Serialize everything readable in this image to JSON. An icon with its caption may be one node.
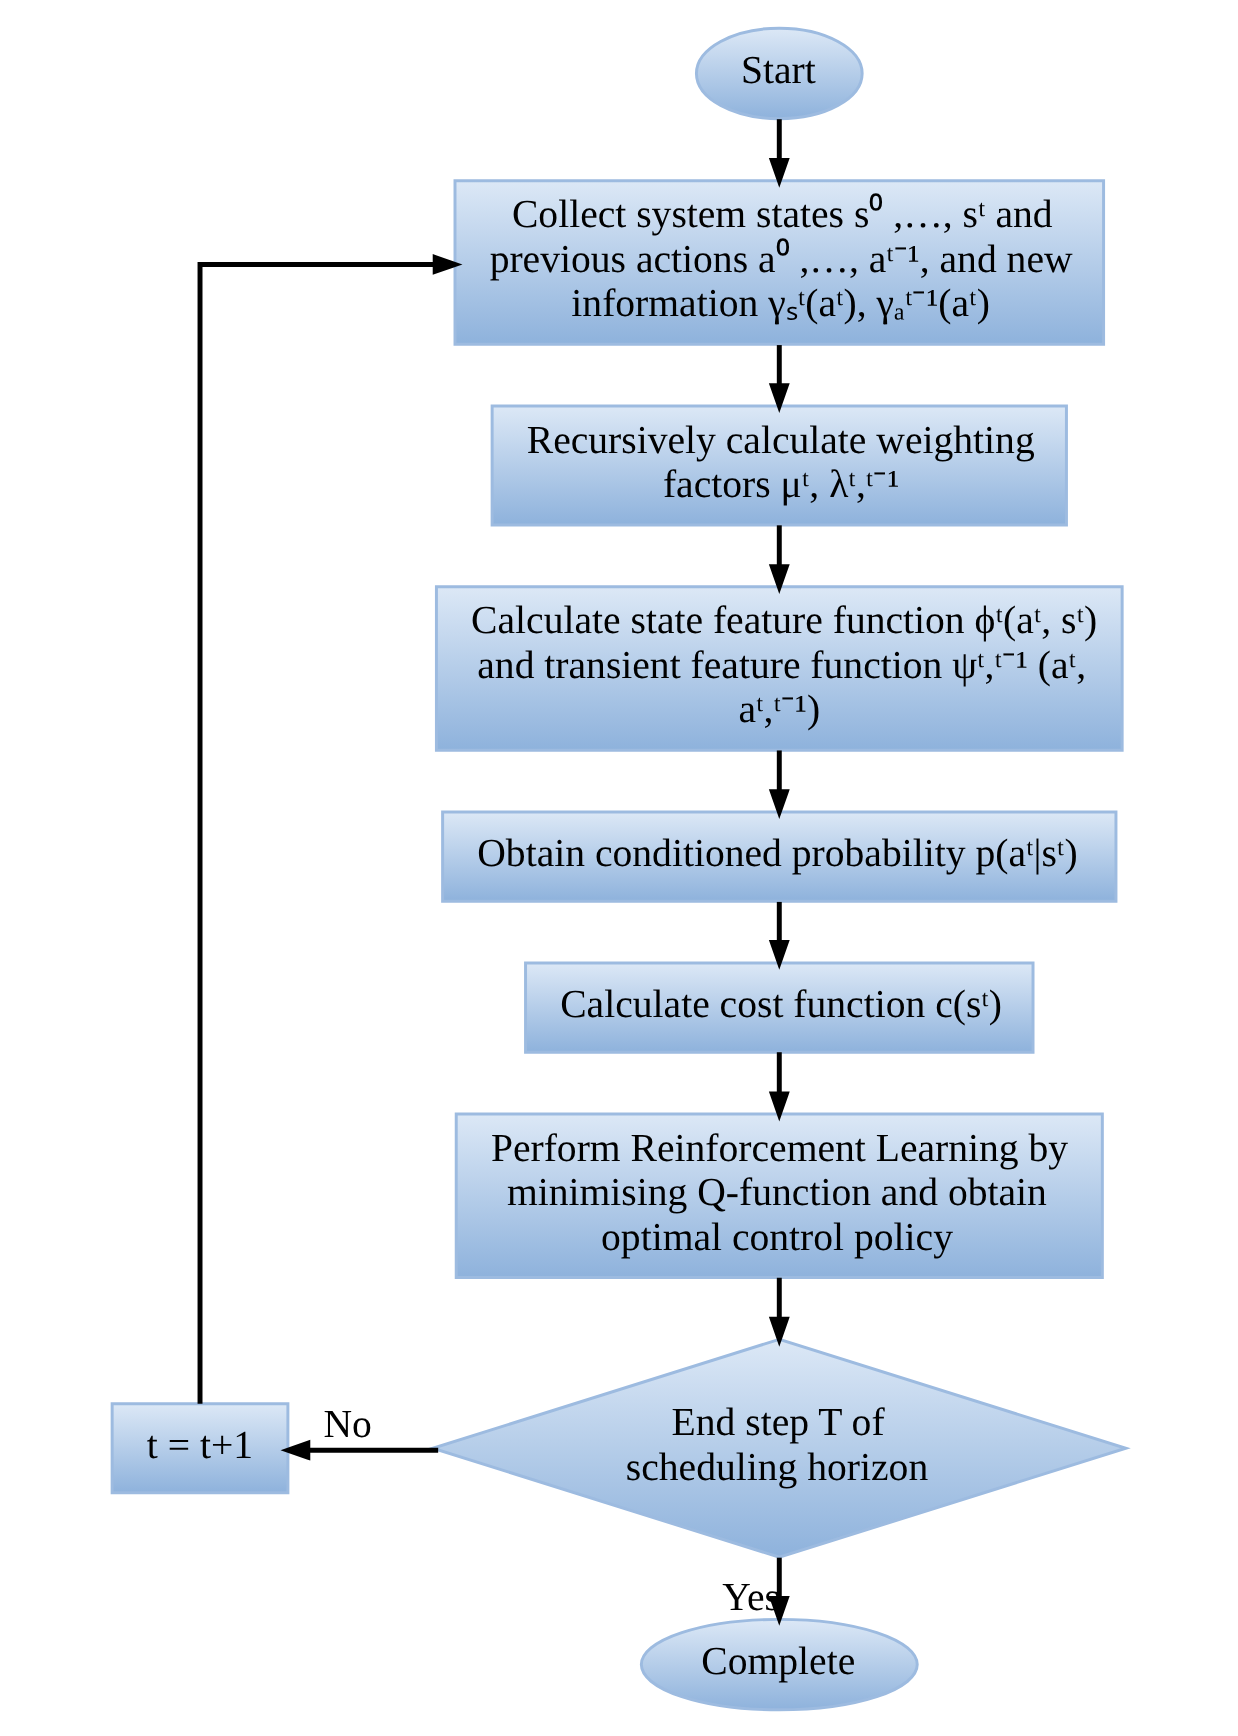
{
  "diagram": {
    "nodes": [
      {
        "text": [
          "Start"
        ]
      },
      {
        "text": [
          "Collect system states s⁰ ,…, sᵗ and previous actions a⁰ ,…, aᵗ⁻¹, and new information γₛᵗ(aᵗ), γₐᵗ⁻¹(aᵗ)"
        ]
      },
      {
        "text": [
          "Recursively calculate weighting factors μᵗ, λᵗ,ᵗ⁻¹"
        ]
      },
      {
        "text": [
          "Calculate state feature function ϕᵗ(aᵗ, sᵗ) and transient feature function ψᵗ,ᵗ⁻¹ (aᵗ, aᵗ,ᵗ⁻¹)"
        ]
      },
      {
        "text": [
          "Obtain conditioned probability p(aᵗ|sᵗ)"
        ]
      },
      {
        "text": [
          "Calculate cost function c(sᵗ)"
        ]
      },
      {
        "text": [
          "Perform Reinforcement Learning by minimising Q-function and obtain optimal control policy"
        ]
      },
      {
        "text": [
          "End step T of scheduling horizon"
        ]
      },
      {
        "text": [
          "t = t+1"
        ]
      },
      {
        "text": [
          "Complete"
        ]
      }
    ],
    "edges": [
      {
        "from": 0,
        "to": 1,
        "arrow": "to"
      },
      {
        "from": 1,
        "to": 2,
        "arrow": "to"
      },
      {
        "from": 2,
        "to": 3,
        "arrow": "to"
      },
      {
        "from": 3,
        "to": 4,
        "arrow": "to"
      },
      {
        "from": 4,
        "to": 5,
        "arrow": "to"
      },
      {
        "from": 5,
        "to": 6,
        "arrow": "to"
      },
      {
        "from": 6,
        "to": 7,
        "arrow": "to"
      },
      {
        "from": 7,
        "to": 8,
        "label": "No",
        "arrow": "to"
      },
      {
        "from": 8,
        "to": 1,
        "arrow": "to"
      },
      {
        "from": 7,
        "to": 9,
        "label": "Yes",
        "arrow": "to"
      }
    ]
  }
}
